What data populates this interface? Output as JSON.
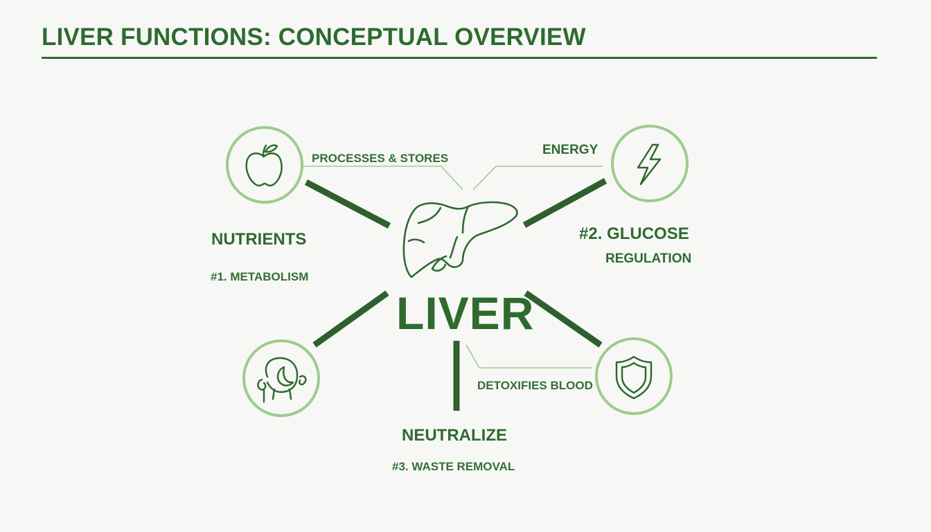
{
  "header": {
    "title": "LIVER FUNCTIONS: CONCEPTUAL OVERVIEW"
  },
  "center": {
    "label": "LIVER"
  },
  "functions": [
    {
      "heading": "NUTRIENTS",
      "caption": "#1. METABOLISM",
      "connector_label": "PROCESSES & STORES",
      "icon": "apple-icon"
    },
    {
      "heading_line1": "#2. GLUCOSE",
      "heading_line2": "REGULATION",
      "connector_label": "ENERGY",
      "icon": "lightning-bolt-icon"
    },
    {
      "heading": "NEUTRALIZE",
      "caption": "#3. WASTE REMOVAL",
      "connector_label": "DETOXIFIES BLOOD",
      "icon": "shield-icon"
    },
    {
      "icon": "organism-moon-icon"
    }
  ],
  "colors": {
    "dark_green": "#2f6a2f",
    "light_green": "#9dcb8f",
    "background": "#f7f8f6"
  }
}
